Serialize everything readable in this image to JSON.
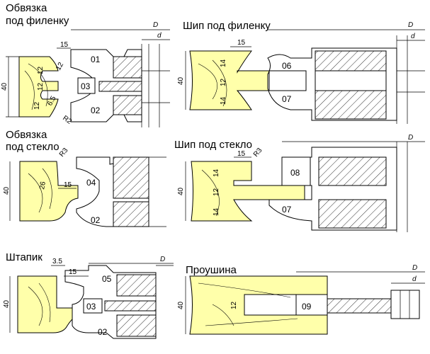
{
  "panels": {
    "obvyazka_filenka": {
      "title_line1": "Обвязка",
      "title_line2": "под филенку",
      "dims": {
        "d15": "15",
        "d40": "40",
        "d12a": "12",
        "d12b": "12",
        "d12c": "12",
        "d12d": "12",
        "dr2": "R2",
        "d65": "6.5",
        "dD": "D",
        "dd": "d"
      },
      "cutters": [
        "01",
        "03",
        "02"
      ]
    },
    "ship_filenka": {
      "title": "Шип под филенку",
      "dims": {
        "d15": "15",
        "d40": "40",
        "d14a": "14",
        "d14b": "14",
        "d12": "12",
        "dD": "D",
        "dd": "d"
      },
      "cutters": [
        "06",
        "07"
      ]
    },
    "obvyazka_steklo": {
      "title_line1": "Обвязка",
      "title_line2": "под стекло",
      "dims": {
        "dr3": "R3",
        "d26": "26",
        "d15": "15",
        "d40": "40"
      },
      "cutters": [
        "04",
        "02"
      ]
    },
    "ship_steklo": {
      "title": "Шип под стекло",
      "dims": {
        "d15": "15",
        "dr3": "R3",
        "d40": "40",
        "d14a": "14",
        "d14b": "14",
        "d12": "12",
        "dD": "D"
      },
      "cutters": [
        "08",
        "07"
      ]
    },
    "shtapik": {
      "title": "Штапик",
      "dims": {
        "d35": "3.5",
        "d15": "15",
        "d40": "40",
        "dD": "D"
      },
      "cutters": [
        "05",
        "03",
        "02"
      ]
    },
    "proushina": {
      "title": "Проушина",
      "dims": {
        "d40": "40",
        "d12": "12",
        "dD": "D",
        "dd": "d"
      },
      "cutters": [
        "09"
      ]
    }
  }
}
